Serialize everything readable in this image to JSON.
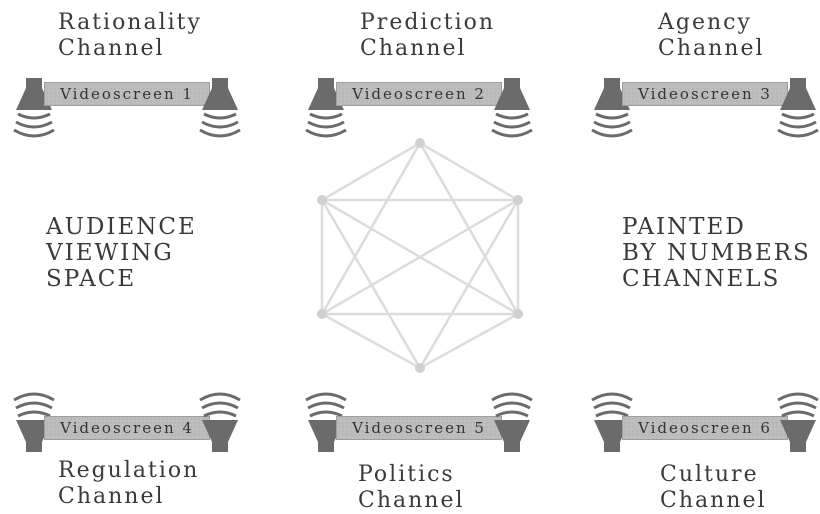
{
  "channels_top": [
    {
      "title": "Rationality\nChannel",
      "screen": "Videoscreen 1"
    },
    {
      "title": "Prediction\nChannel",
      "screen": "Videoscreen 2"
    },
    {
      "title": "Agency\nChannel",
      "screen": "Videoscreen 3"
    }
  ],
  "channels_bottom": [
    {
      "title": "Regulation\nChannel",
      "screen": "Videoscreen 4"
    },
    {
      "title": "Politics\nChannel",
      "screen": "Videoscreen 5"
    },
    {
      "title": "Culture\nChannel",
      "screen": "Videoscreen 6"
    }
  ],
  "center": {
    "left_label": "AUDIENCE\nVIEWING\nSPACE",
    "right_label": "PAINTED\nBY NUMBERS\nCHANNELS"
  },
  "colors": {
    "speaker": "#6b6b6b",
    "hexagon_line": "#dcdcdc",
    "hexagon_node": "#d0d0d0"
  }
}
